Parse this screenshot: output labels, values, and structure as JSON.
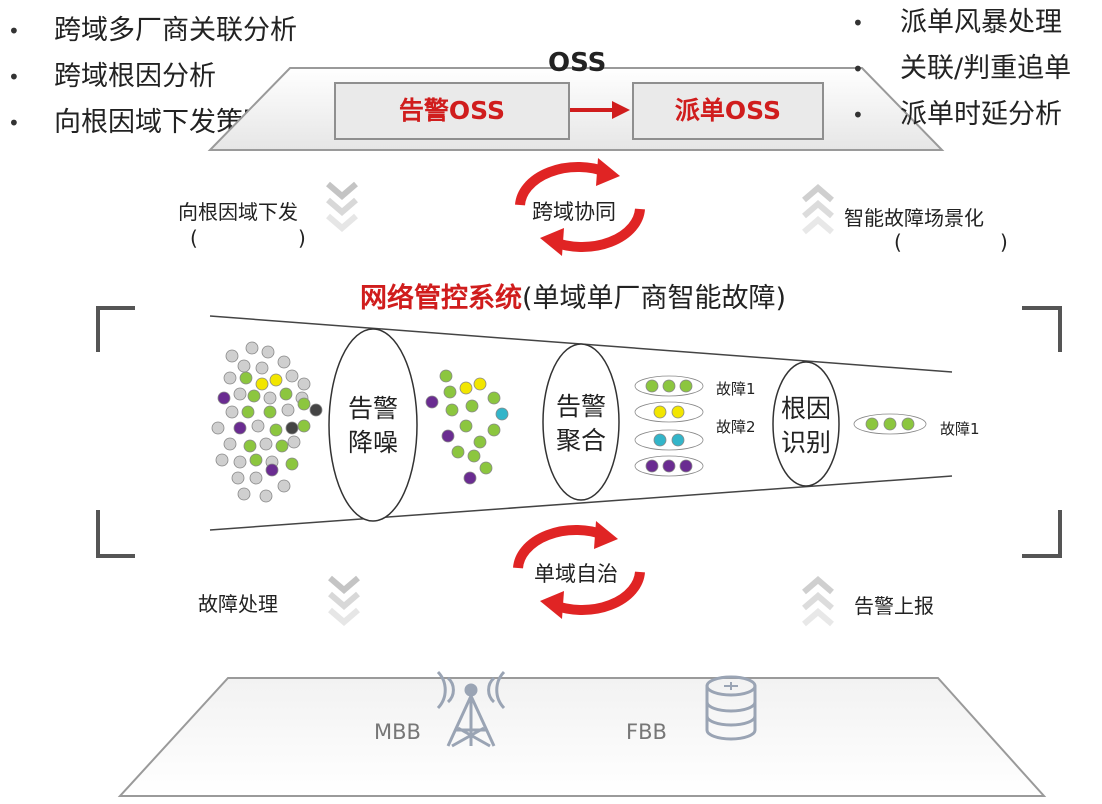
{
  "left_bullets": [
    "跨域多厂商关联分析",
    "跨域根因分析",
    "向根因域下发策略"
  ],
  "right_bullets": [
    "派单风暴处理",
    "关联/判重追单",
    "派单时延分析"
  ],
  "oss": {
    "title": "OSS",
    "alarm_box": "告警OSS",
    "dispatch_box": "派单OSS"
  },
  "cross_domain": {
    "cycle_label": "跨域协同",
    "down_label": "向根因域下发",
    "down_paren_open": "(",
    "down_paren_close": ")",
    "up_label": "智能故障场景化",
    "up_paren_open": "(",
    "up_paren_close": ")"
  },
  "ncs": {
    "title_red": "网络管控系统",
    "title_rest": "(单域单厂商智能故障)",
    "stage_noise": [
      "告警",
      "降噪"
    ],
    "stage_aggregate": [
      "告警",
      "聚合"
    ],
    "stage_root": [
      "根因",
      "识别"
    ],
    "fault_1": "故障1",
    "fault_2": "故障2",
    "fault_out": "故障1"
  },
  "single_domain": {
    "cycle_label": "单域自治",
    "down_label": "故障处理",
    "up_label": "告警上报"
  },
  "network": {
    "mbb": "MBB",
    "fbb": "FBB"
  },
  "colors": {
    "accent_red": "#d01d1d",
    "dot_gray": "#cfcfcf",
    "dot_green": "#8cc63f",
    "dot_yellow": "#f2e600",
    "dot_purple": "#6a2c91",
    "dot_cyan": "#33b5c9",
    "dot_dark": "#444444"
  }
}
